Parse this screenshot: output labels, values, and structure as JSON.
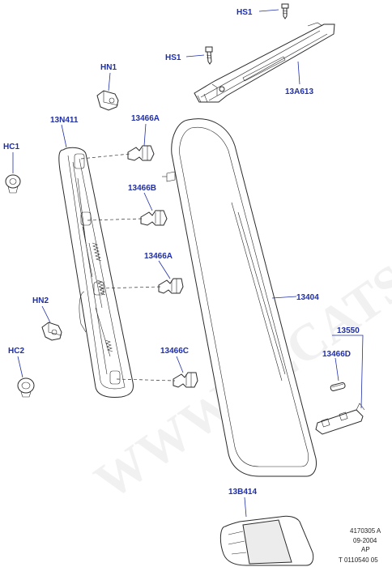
{
  "labels": {
    "hs1_a": "HS1",
    "hs1_b": "HS1",
    "13a613": "13A613",
    "hn1": "HN1",
    "13n411": "13N411",
    "hc1": "HC1",
    "13466a_1": "13466A",
    "13466b": "13466B",
    "13466a_2": "13466A",
    "hn2": "HN2",
    "hc2": "HC2",
    "13466c": "13466C",
    "13404": "13404",
    "13550": "13550",
    "13466d": "13466D",
    "13b414": "13B414"
  },
  "footer": {
    "code": "4170305 A",
    "date": "09-2004",
    "suffix": "AP",
    "ref": "T 0110540 05"
  },
  "watermark": "WWW.ELCATS.RU"
}
